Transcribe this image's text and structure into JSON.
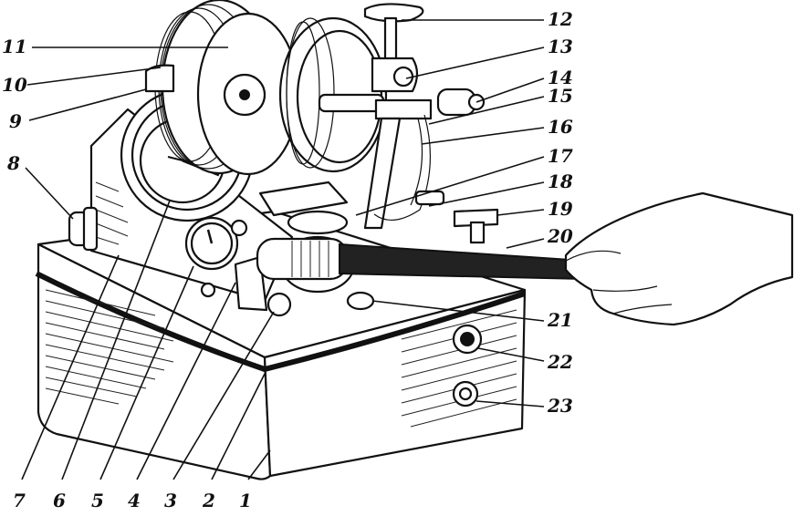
{
  "diagram": {
    "labels": [
      {
        "id": "1",
        "text": "1"
      },
      {
        "id": "2",
        "text": "2"
      },
      {
        "id": "3",
        "text": "3"
      },
      {
        "id": "4",
        "text": "4"
      },
      {
        "id": "5",
        "text": "5"
      },
      {
        "id": "6",
        "text": "6"
      },
      {
        "id": "7",
        "text": "7"
      },
      {
        "id": "8",
        "text": "8"
      },
      {
        "id": "9",
        "text": "9"
      },
      {
        "id": "10",
        "text": "10"
      },
      {
        "id": "11",
        "text": "11"
      },
      {
        "id": "12",
        "text": "12"
      },
      {
        "id": "13",
        "text": "13"
      },
      {
        "id": "14",
        "text": "14"
      },
      {
        "id": "15",
        "text": "15"
      },
      {
        "id": "16",
        "text": "16"
      },
      {
        "id": "17",
        "text": "17"
      },
      {
        "id": "18",
        "text": "18"
      },
      {
        "id": "19",
        "text": "19"
      },
      {
        "id": "20",
        "text": "20"
      },
      {
        "id": "21",
        "text": "21"
      },
      {
        "id": "22",
        "text": "22"
      },
      {
        "id": "23",
        "text": "23"
      }
    ]
  }
}
